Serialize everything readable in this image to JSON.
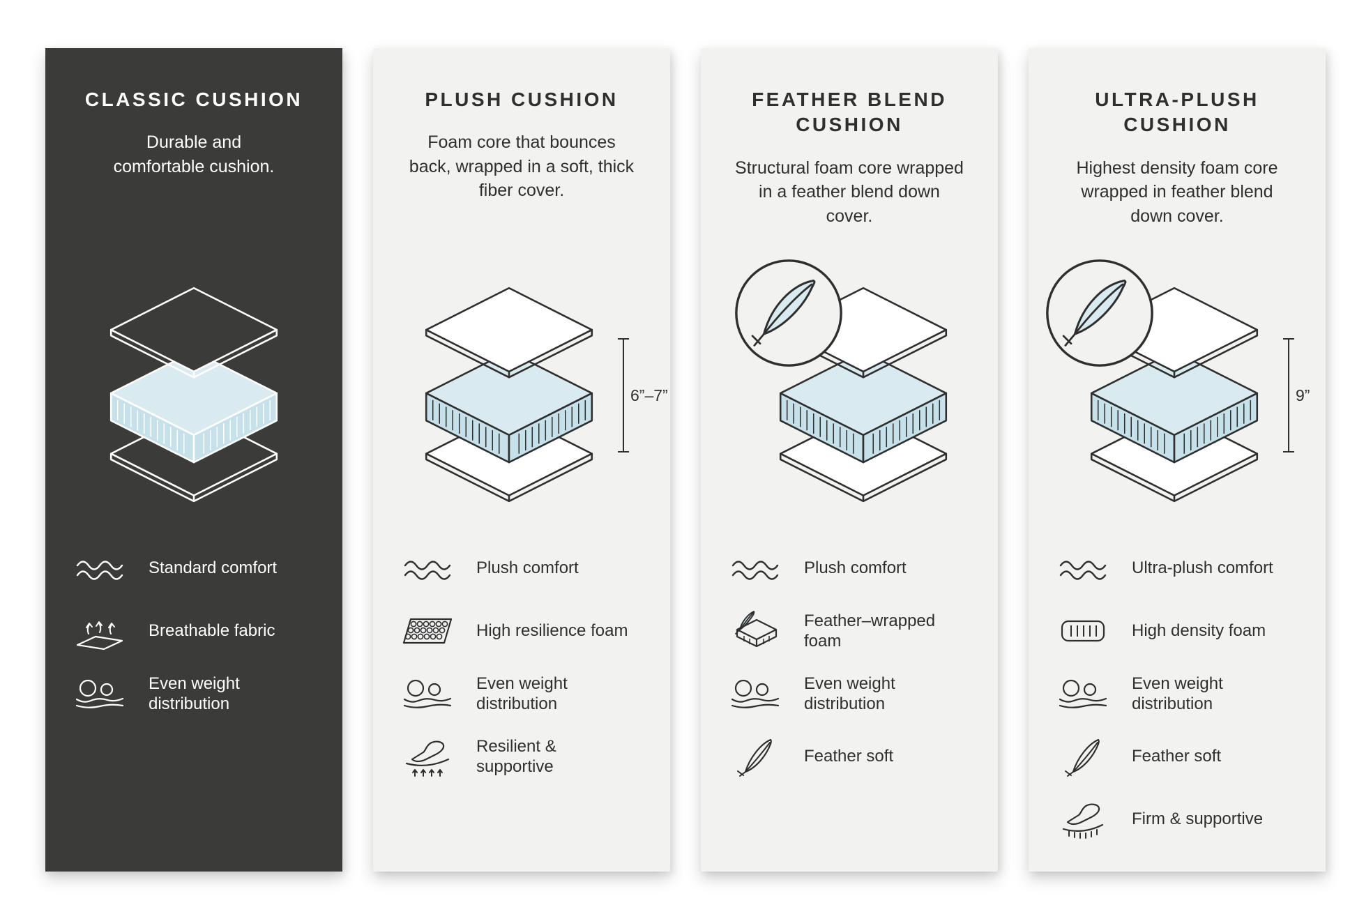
{
  "colors": {
    "dark_panel": "#3b3b39",
    "light_panel": "#f2f2f1",
    "foam_blue_top": "#d9ebf1",
    "foam_blue_side": "#c6e1ea",
    "line_dark": "#2f2f2f",
    "line_light": "#ffffff"
  },
  "panels": [
    {
      "title": "CLASSIC CUSHION",
      "description": "Durable and comfortable cushion.",
      "diagram": "layered-cushion",
      "features": [
        {
          "icon": "waves-icon",
          "label": "Standard comfort"
        },
        {
          "icon": "breathable-fabric-icon",
          "label": "Breathable fabric"
        },
        {
          "icon": "weight-distribution-icon",
          "label": "Even weight distribution"
        }
      ]
    },
    {
      "title": "PLUSH CUSHION",
      "description": "Foam core that bounces back, wrapped in a soft, thick fiber cover.",
      "diagram": "layered-cushion",
      "dimension": "6”–7”",
      "features": [
        {
          "icon": "waves-icon",
          "label": "Plush comfort"
        },
        {
          "icon": "honeycomb-foam-icon",
          "label": "High resilience foam"
        },
        {
          "icon": "weight-distribution-icon",
          "label": "Even weight distribution"
        },
        {
          "icon": "hand-press-rebound-icon",
          "label": "Resilient & supportive"
        }
      ]
    },
    {
      "title": "FEATHER BLEND CUSHION",
      "description": "Structural foam core wrapped in a feather blend down cover.",
      "diagram": "layered-cushion-with-feather-badge",
      "features": [
        {
          "icon": "waves-icon",
          "label": "Plush comfort"
        },
        {
          "icon": "feather-wrapped-foam-icon",
          "label": "Feather–wrapped foam"
        },
        {
          "icon": "weight-distribution-icon",
          "label": "Even weight distribution"
        },
        {
          "icon": "feather-icon",
          "label": "Feather soft"
        }
      ]
    },
    {
      "title": "ULTRA-PLUSH CUSHION",
      "description": "Highest density foam core wrapped in feather blend down cover.",
      "diagram": "layered-cushion-with-feather-badge",
      "dimension": "9”",
      "features": [
        {
          "icon": "waves-icon",
          "label": "Ultra-plush comfort"
        },
        {
          "icon": "high-density-foam-icon",
          "label": "High density foam"
        },
        {
          "icon": "weight-distribution-icon",
          "label": "Even weight distribution"
        },
        {
          "icon": "feather-icon",
          "label": "Feather soft"
        },
        {
          "icon": "hand-press-firm-icon",
          "label": "Firm & supportive"
        }
      ]
    }
  ]
}
